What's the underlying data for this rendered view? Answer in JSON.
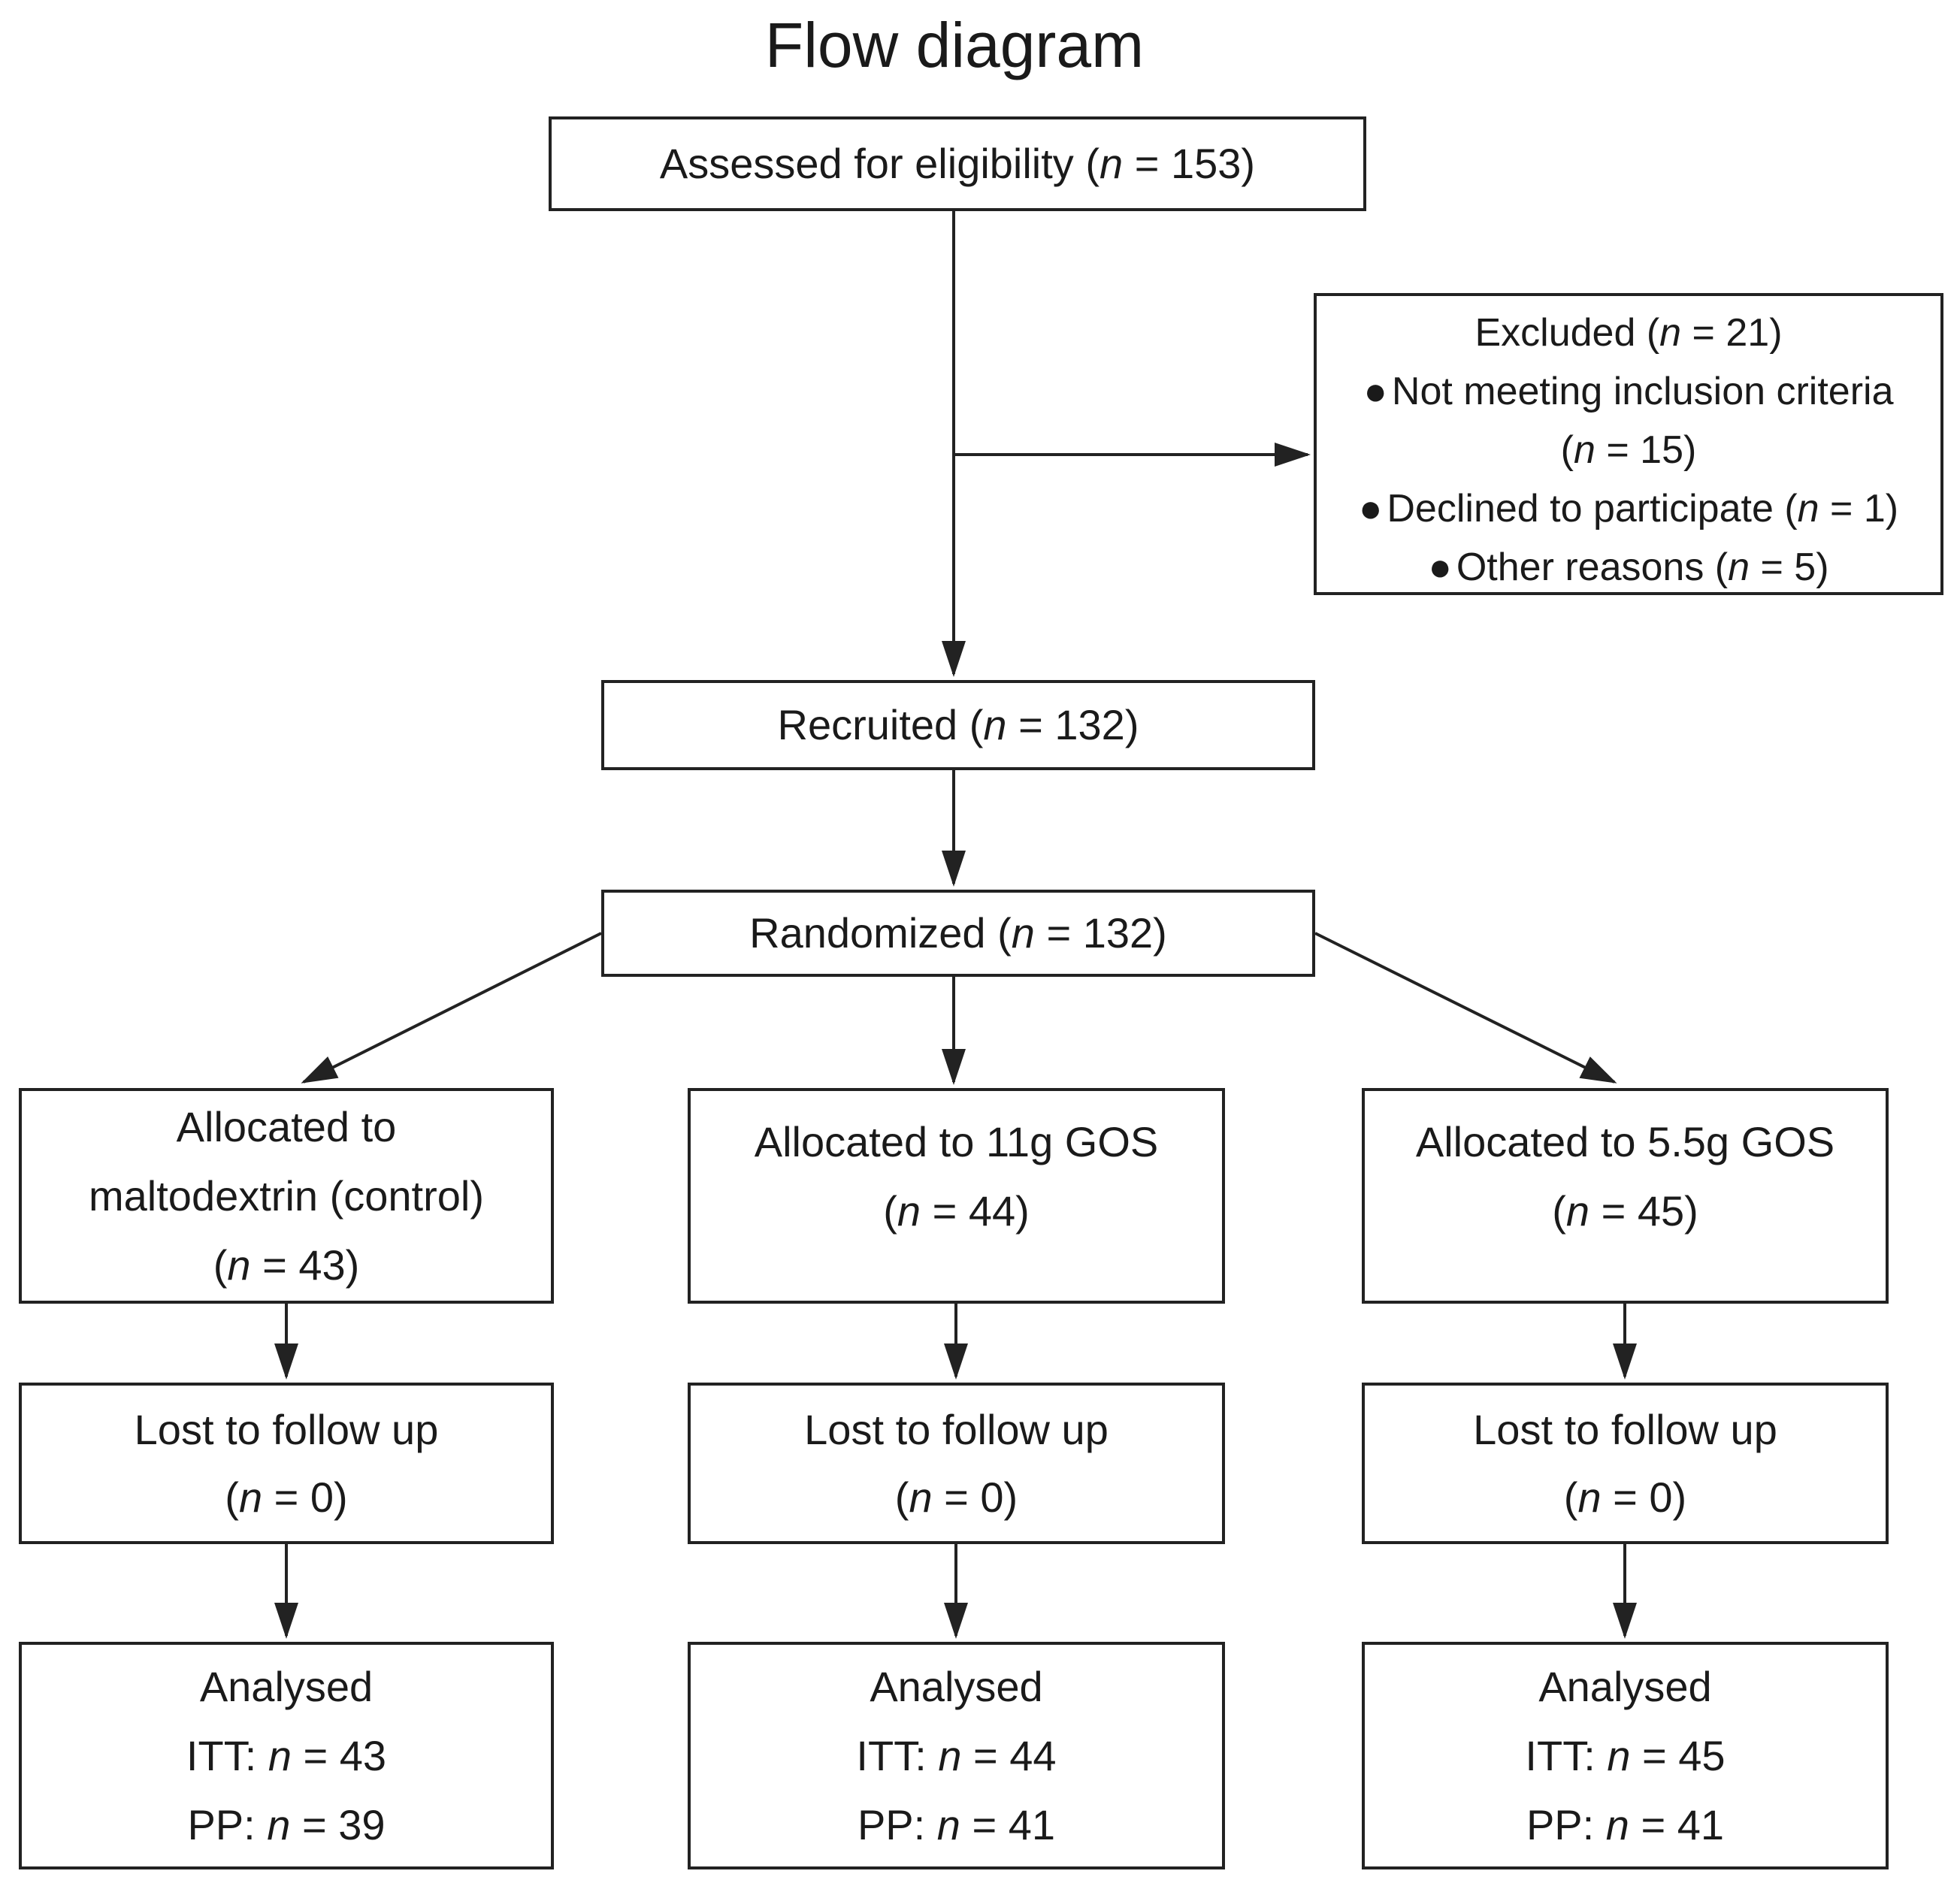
{
  "title": "Flow diagram",
  "glyphs": {
    "bullet": "●"
  },
  "colors": {
    "background": "#ffffff",
    "line": "#222222",
    "text": "#1a1a1a"
  },
  "boxes": {
    "assessed": {
      "label": "Assessed for eligibility (n = 153)"
    },
    "excluded": {
      "lines": [
        {
          "text": "Excluded (n = 21)",
          "bullet": false
        },
        {
          "text": "Not meeting inclusion criteria",
          "bullet": true
        },
        {
          "text": "(n = 15)",
          "bullet": false
        },
        {
          "text": "Declined to participate (n = 1)",
          "bullet": true
        },
        {
          "text": "Other reasons (n = 5)",
          "bullet": true
        }
      ]
    },
    "recruited": {
      "label": "Recruited (n = 132)"
    },
    "randomized": {
      "label": "Randomized (n = 132)"
    },
    "allocated": [
      {
        "lines": [
          "Allocated to",
          "maltodextrin (control)",
          "(n = 43)"
        ]
      },
      {
        "lines": [
          "Allocated to 11g GOS",
          "(n = 44)"
        ]
      },
      {
        "lines": [
          "Allocated to 5.5g GOS",
          "(n = 45)"
        ]
      }
    ],
    "lost": [
      {
        "lines": [
          "Lost to follow up",
          "(n = 0)"
        ]
      },
      {
        "lines": [
          "Lost to follow up",
          "(n = 0)"
        ]
      },
      {
        "lines": [
          "Lost to follow up",
          "(n = 0)"
        ]
      }
    ],
    "analysed": [
      {
        "lines": [
          "Analysed",
          "ITT: n = 43",
          "PP: n = 39"
        ]
      },
      {
        "lines": [
          "Analysed",
          "ITT: n = 44",
          "PP: n = 41"
        ]
      },
      {
        "lines": [
          "Analysed",
          "ITT: n = 45",
          "PP: n = 41"
        ]
      }
    ]
  }
}
